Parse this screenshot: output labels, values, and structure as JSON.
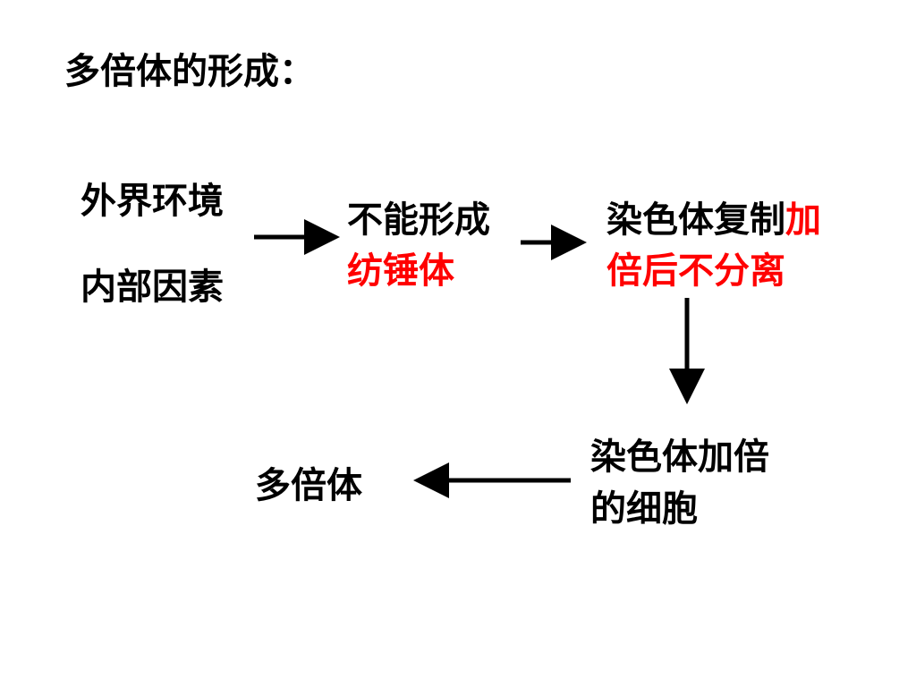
{
  "title": "多倍体的形成：",
  "nodes": {
    "cause_1": "外界环境",
    "cause_2": "内部因素",
    "no_spindle_a": "不能形成",
    "no_spindle_b": "纺锤体",
    "chromosome_a_black": "染色体复制",
    "chromosome_a_red": "加",
    "chromosome_b": "倍后不分离",
    "doubled_a": "染色体加倍",
    "doubled_b": "的细胞",
    "result": "多倍体"
  },
  "colors": {
    "text": "#000000",
    "highlight": "#ff0000",
    "arrow": "#000000"
  }
}
